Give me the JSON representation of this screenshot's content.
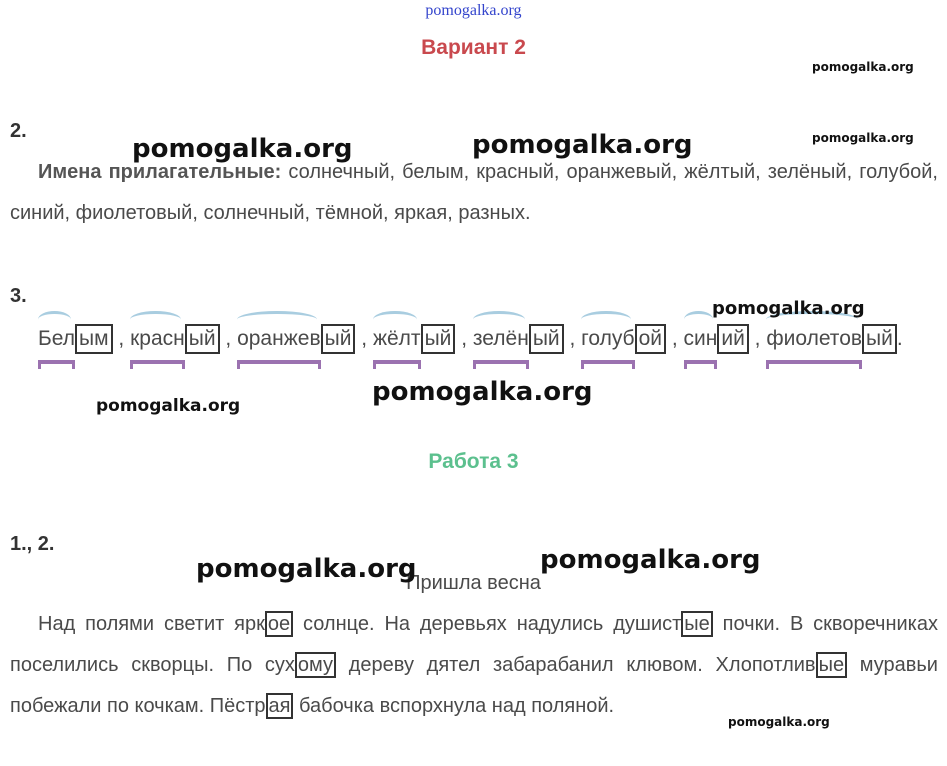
{
  "watermark": "pomogalka.org",
  "variant_title": "Вариант 2",
  "task2": {
    "num": "2.",
    "label": "Имена прилагательные:",
    "text": " солнечный, белым, красный, оранжевый, жёлтый, зелёный, голубой, синий, фиолетовый, солнечный, тёмной, яркая, разных."
  },
  "task3": {
    "num": "3.",
    "words": [
      {
        "stem": "Бел",
        "end": "ым",
        "sep": " , "
      },
      {
        "stem": "красн",
        "end": "ый",
        "sep": " , "
      },
      {
        "stem": "оранжев",
        "end": "ый",
        "sep": " , "
      },
      {
        "stem": "жёлт",
        "end": "ый",
        "sep": " , "
      },
      {
        "stem": "зелён",
        "end": "ый",
        "sep": " , "
      },
      {
        "stem": "голуб",
        "end": "ой",
        "sep": " , "
      },
      {
        "stem": "син",
        "end": "ий",
        "sep": " , "
      },
      {
        "stem": "фиолетов",
        "end": "ый",
        "sep": "."
      }
    ]
  },
  "work_title": "Работа 3",
  "task12": {
    "num": "1., 2.",
    "title": "Пришла весна",
    "segments": [
      {
        "t": "Над полями светит ярк"
      },
      {
        "b": "ое"
      },
      {
        "t": " солнце. На деревьях надулись душист"
      },
      {
        "b": "ые"
      },
      {
        "t": " почки. В скворечниках поселились скворцы. По сух"
      },
      {
        "b": "ому"
      },
      {
        "t": " дереву дятел забарабанил клювом. Хлопотлив"
      },
      {
        "b": "ые"
      },
      {
        "t": " муравьи побежали по кочкам. Пёстр"
      },
      {
        "b": "ая"
      },
      {
        "t": " бабочка вспорхнула над поляной."
      }
    ]
  }
}
